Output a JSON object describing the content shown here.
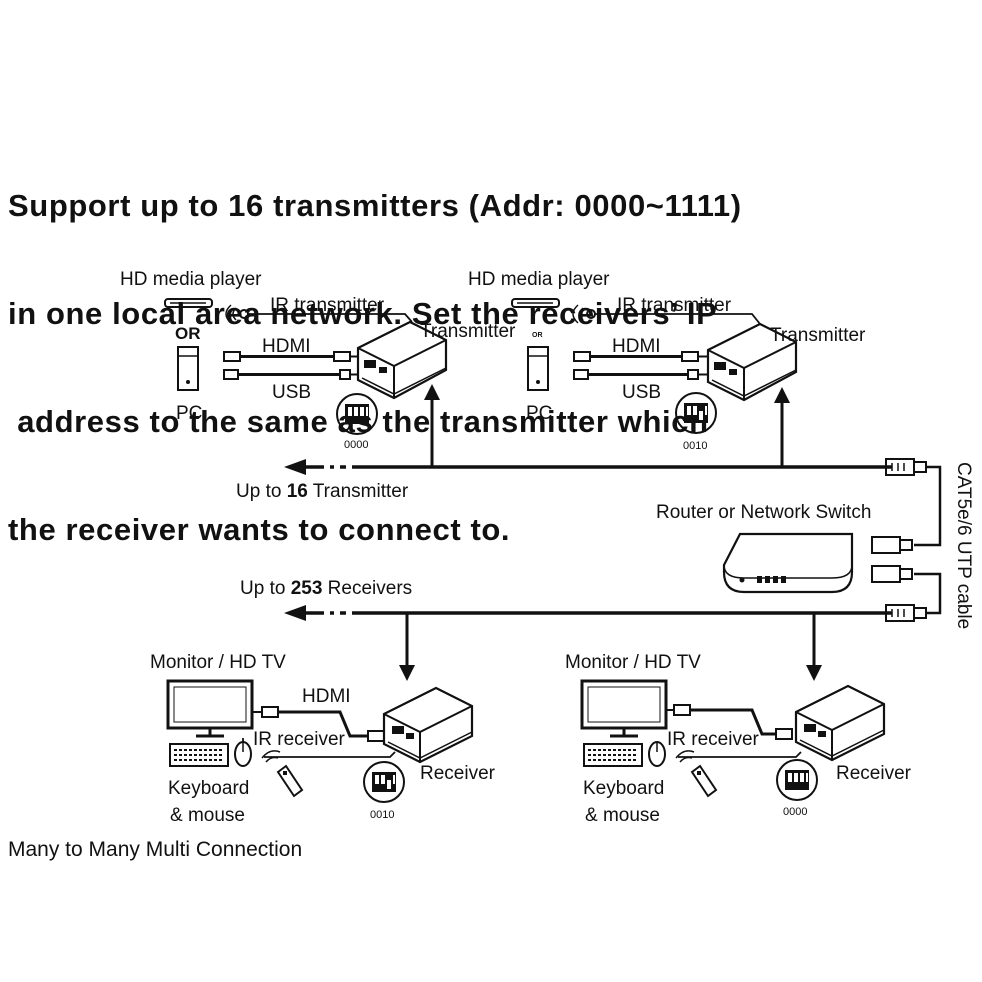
{
  "heading": {
    "lines": [
      "Support up to 16 transmitters (Addr: 0000~1111)",
      "in one local area network. Set the receivers’ IP",
      " address to the same as the transmitter which",
      "the receiver wants to connect to."
    ]
  },
  "transmitters": [
    {
      "source_label": "HD media player",
      "or_label": "OR",
      "pc_label": "PC",
      "ir_label": "IR transmitter",
      "hdmi_label": "HDMI",
      "usb_label": "USB",
      "device_label": "Transmitter",
      "address": "0000"
    },
    {
      "source_label": "HD media player",
      "or_label": "OR",
      "pc_label": "PC",
      "ir_label": "IR transmitter",
      "hdmi_label": "HDMI",
      "usb_label": "USB",
      "device_label": "Transmitter",
      "address": "0010"
    }
  ],
  "network": {
    "tx_bus_prefix": "Up to ",
    "tx_bus_count": "16",
    "tx_bus_suffix": " Transmitter",
    "rx_bus_prefix": "Up to ",
    "rx_bus_count": "253",
    "rx_bus_suffix": " Receivers",
    "switch_label": "Router or Network Switch",
    "cable_label": "CAT5e/6 UTP cable"
  },
  "receivers": [
    {
      "display_label": "Monitor / HD TV",
      "hdmi_label": "HDMI",
      "ir_label": "IR receiver",
      "device_label": "Receiver",
      "kb_label_1": "Keyboard",
      "kb_label_2": "& mouse",
      "address": "0010"
    },
    {
      "display_label": "Monitor / HD TV",
      "hdmi_label": "",
      "ir_label": "IR receiver",
      "device_label": "Receiver",
      "kb_label_1": "Keyboard",
      "kb_label_2": "& mouse",
      "address": "0000"
    }
  ],
  "footer": "Many to Many Multi Connection",
  "colors": {
    "ink": "#111111",
    "paper": "#ffffff"
  }
}
